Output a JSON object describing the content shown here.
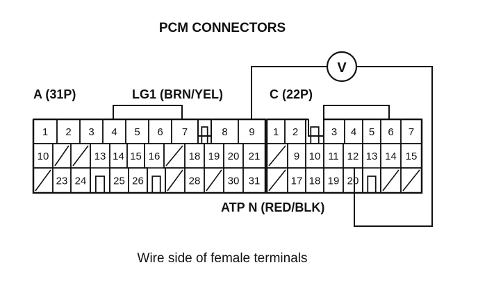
{
  "title": "PCM CONNECTORS",
  "caption": "Wire side of female terminals",
  "connector_a": {
    "label": "A (31P)",
    "rows": [
      [
        "1",
        "2",
        "3",
        "4",
        "5",
        "6",
        "7",
        "",
        "8",
        "9"
      ],
      [
        "10",
        "/",
        "/",
        "13",
        "14",
        "15",
        "16",
        "/",
        "18",
        "19",
        "20",
        "21"
      ],
      [
        "/",
        "23",
        "24",
        "",
        "25",
        "26",
        "",
        "/",
        "28",
        "/",
        "30",
        "31"
      ]
    ]
  },
  "connector_c": {
    "label": "C (22P)",
    "rows": [
      [
        "1",
        "2",
        "",
        "3",
        "4",
        "5",
        "6",
        "7"
      ],
      [
        "/",
        "9",
        "10",
        "11",
        "12",
        "13",
        "14",
        "15"
      ],
      [
        "/",
        "17",
        "18",
        "19",
        "20",
        "",
        "/",
        "/"
      ]
    ]
  },
  "lg1_label": "LG1 (BRN/YEL)",
  "atp_label": "ATP N (RED/BLK)",
  "meter_symbol": "V",
  "colors": {
    "ink": "#111111",
    "background": "#ffffff"
  }
}
